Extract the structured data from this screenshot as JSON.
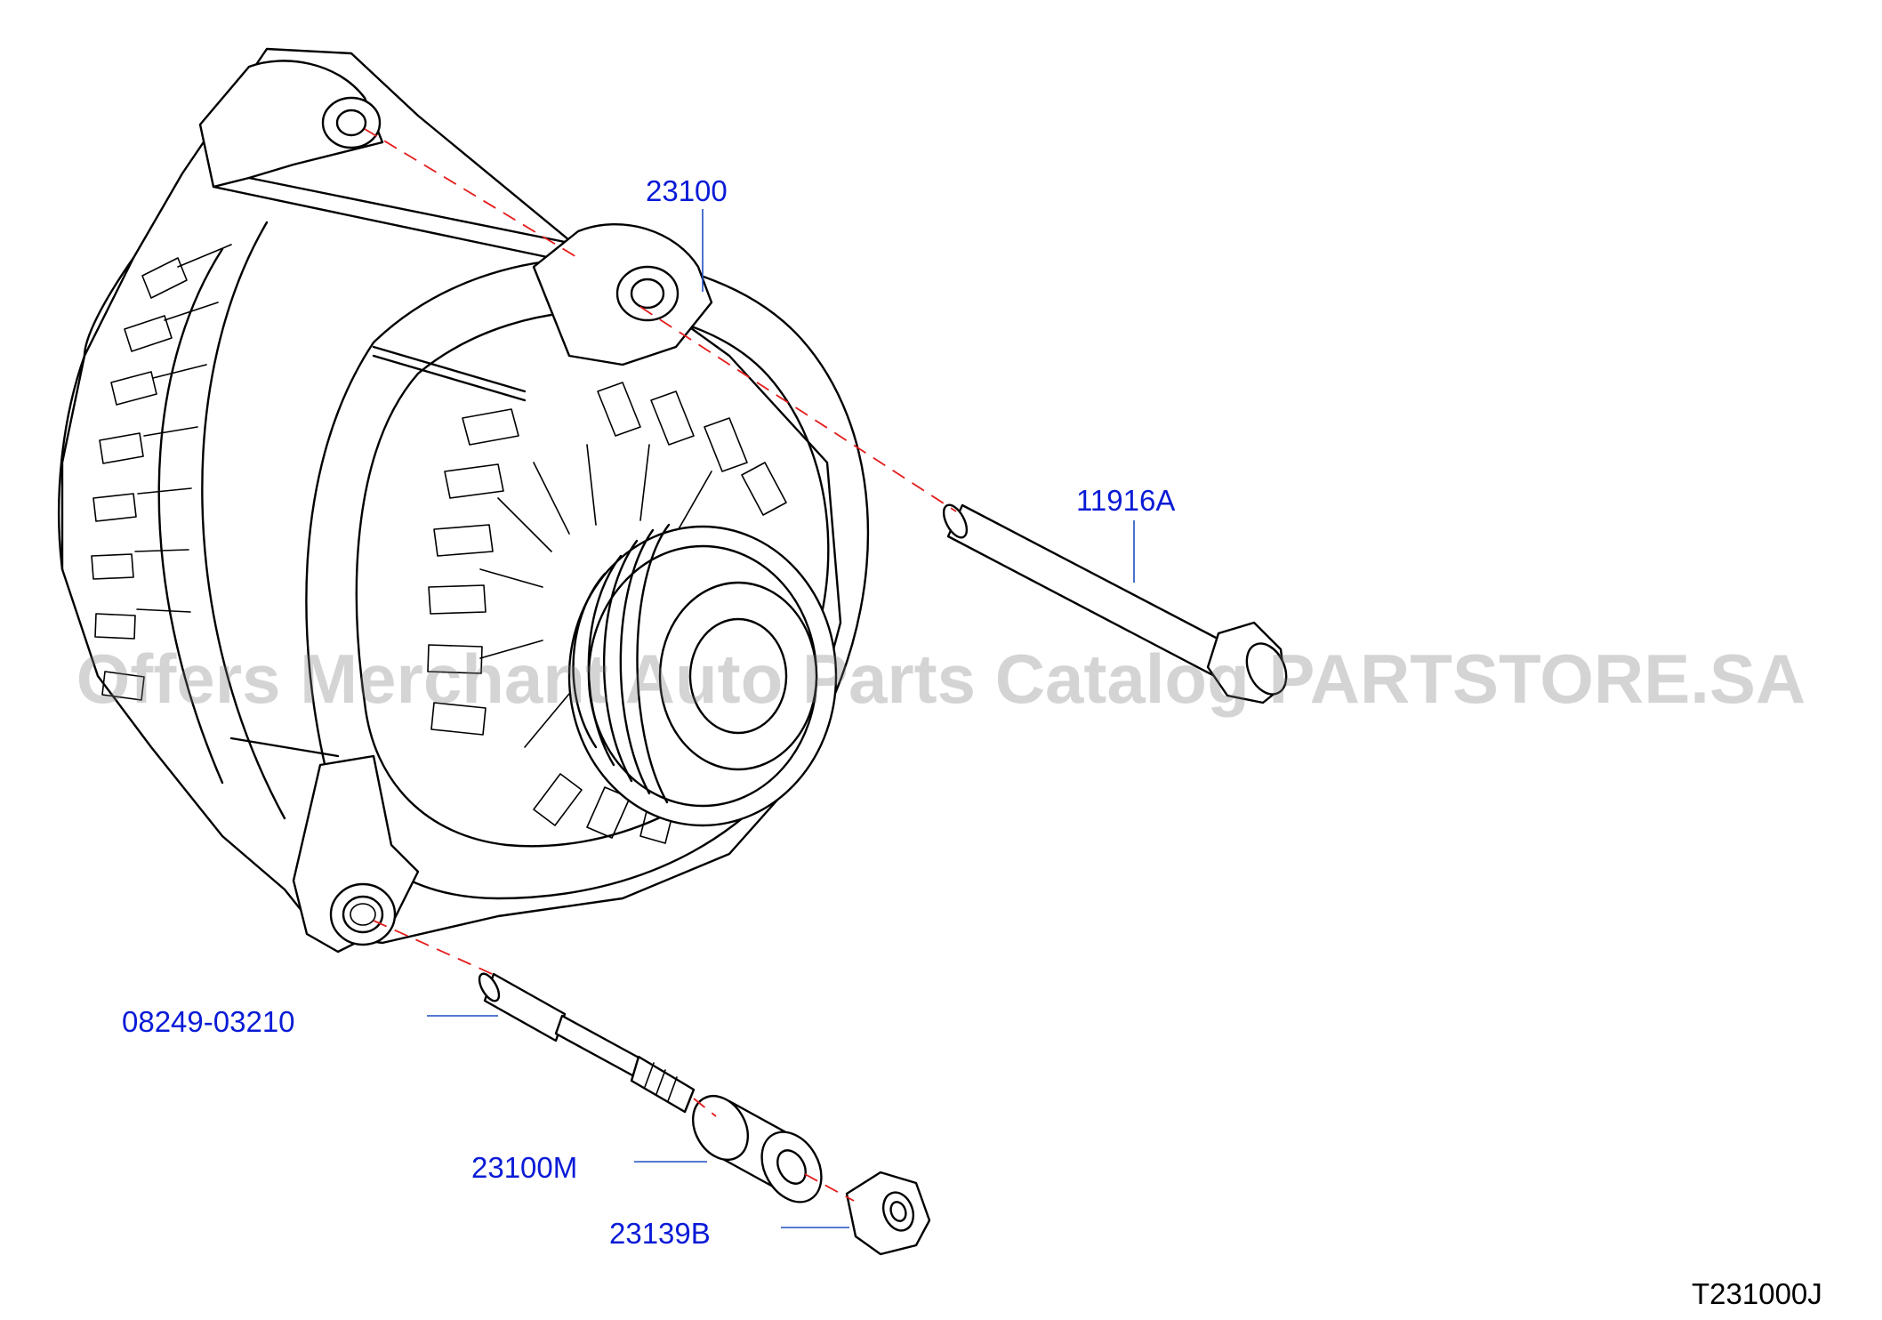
{
  "watermark": "Offers Merchant Auto Parts Catalog PARTSTORE.SA",
  "diagram_code": "T231000J",
  "parts": [
    {
      "id": "alternator",
      "label": "23100",
      "icon": "alternator-icon"
    },
    {
      "id": "bolt",
      "label": "11916A",
      "icon": "bolt-icon"
    },
    {
      "id": "stud",
      "label": "08249-03210",
      "icon": "stud-icon"
    },
    {
      "id": "spacer",
      "label": "23100M",
      "icon": "spacer-icon"
    },
    {
      "id": "nut",
      "label": "23139B",
      "icon": "nut-icon"
    }
  ],
  "colors": {
    "label": "#0a1bd6",
    "leader": "#1f4fbf",
    "centerline": "#e41b1b",
    "watermark": "#787878"
  }
}
